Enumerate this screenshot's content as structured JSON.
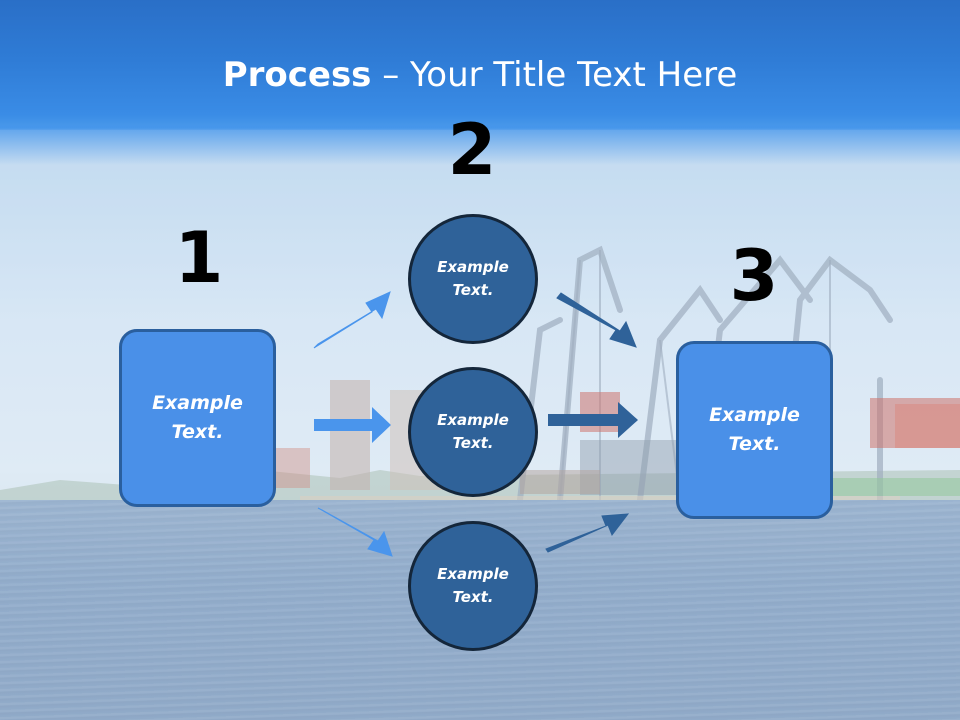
{
  "title": {
    "bold": "Process",
    "rest": " – Your Title Text Here"
  },
  "numbers": {
    "n1": "1",
    "n2": "2",
    "n3": "3"
  },
  "left_box": {
    "text": "Example Text."
  },
  "right_box": {
    "text": "Example Text."
  },
  "circles": [
    {
      "text": "Example Text."
    },
    {
      "text": "Example Text."
    },
    {
      "text": "Example Text."
    }
  ],
  "colors": {
    "header": "#2f7cd6",
    "box_fill": "#4a90e8",
    "circle_fill": "#2f6299",
    "arrow_light": "#4a95ec",
    "arrow_dark": "#2f6299"
  }
}
